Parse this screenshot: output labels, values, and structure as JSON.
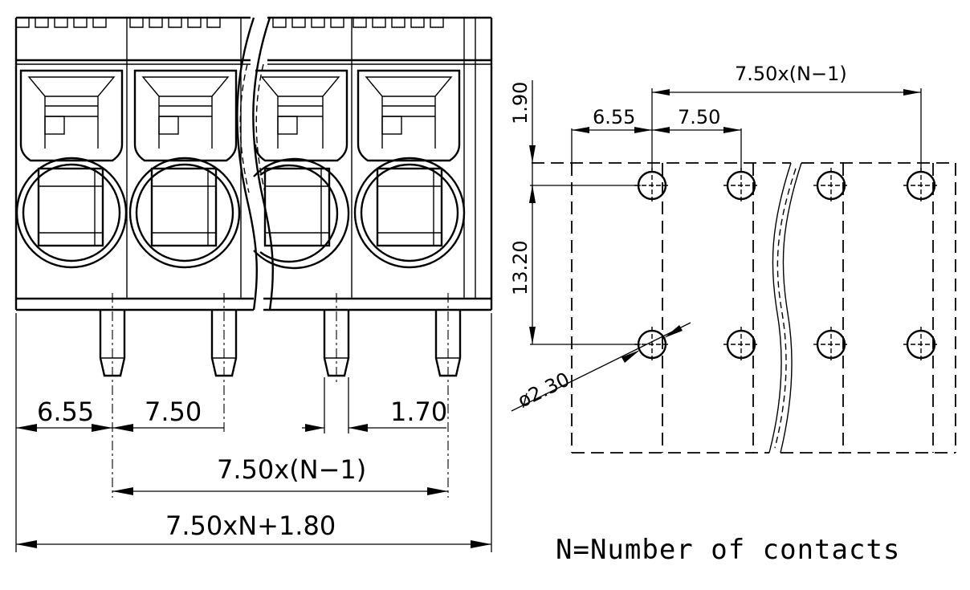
{
  "front_view": {
    "dim_pitch_offset": "6.55",
    "dim_pitch": "7.50",
    "dim_pin_width": "1.70",
    "dim_pin_span": "7.50x(N−1)",
    "dim_total_length": "7.50xN+1.80"
  },
  "pcb_layout": {
    "dim_top_span": "7.50x(N−1)",
    "dim_offset": "6.55",
    "dim_pitch": "7.50",
    "dim_edge": "1.90",
    "dim_row_spacing": "13.20",
    "dim_hole_diameter": "ø2.30"
  },
  "note": "N=Number of contacts"
}
